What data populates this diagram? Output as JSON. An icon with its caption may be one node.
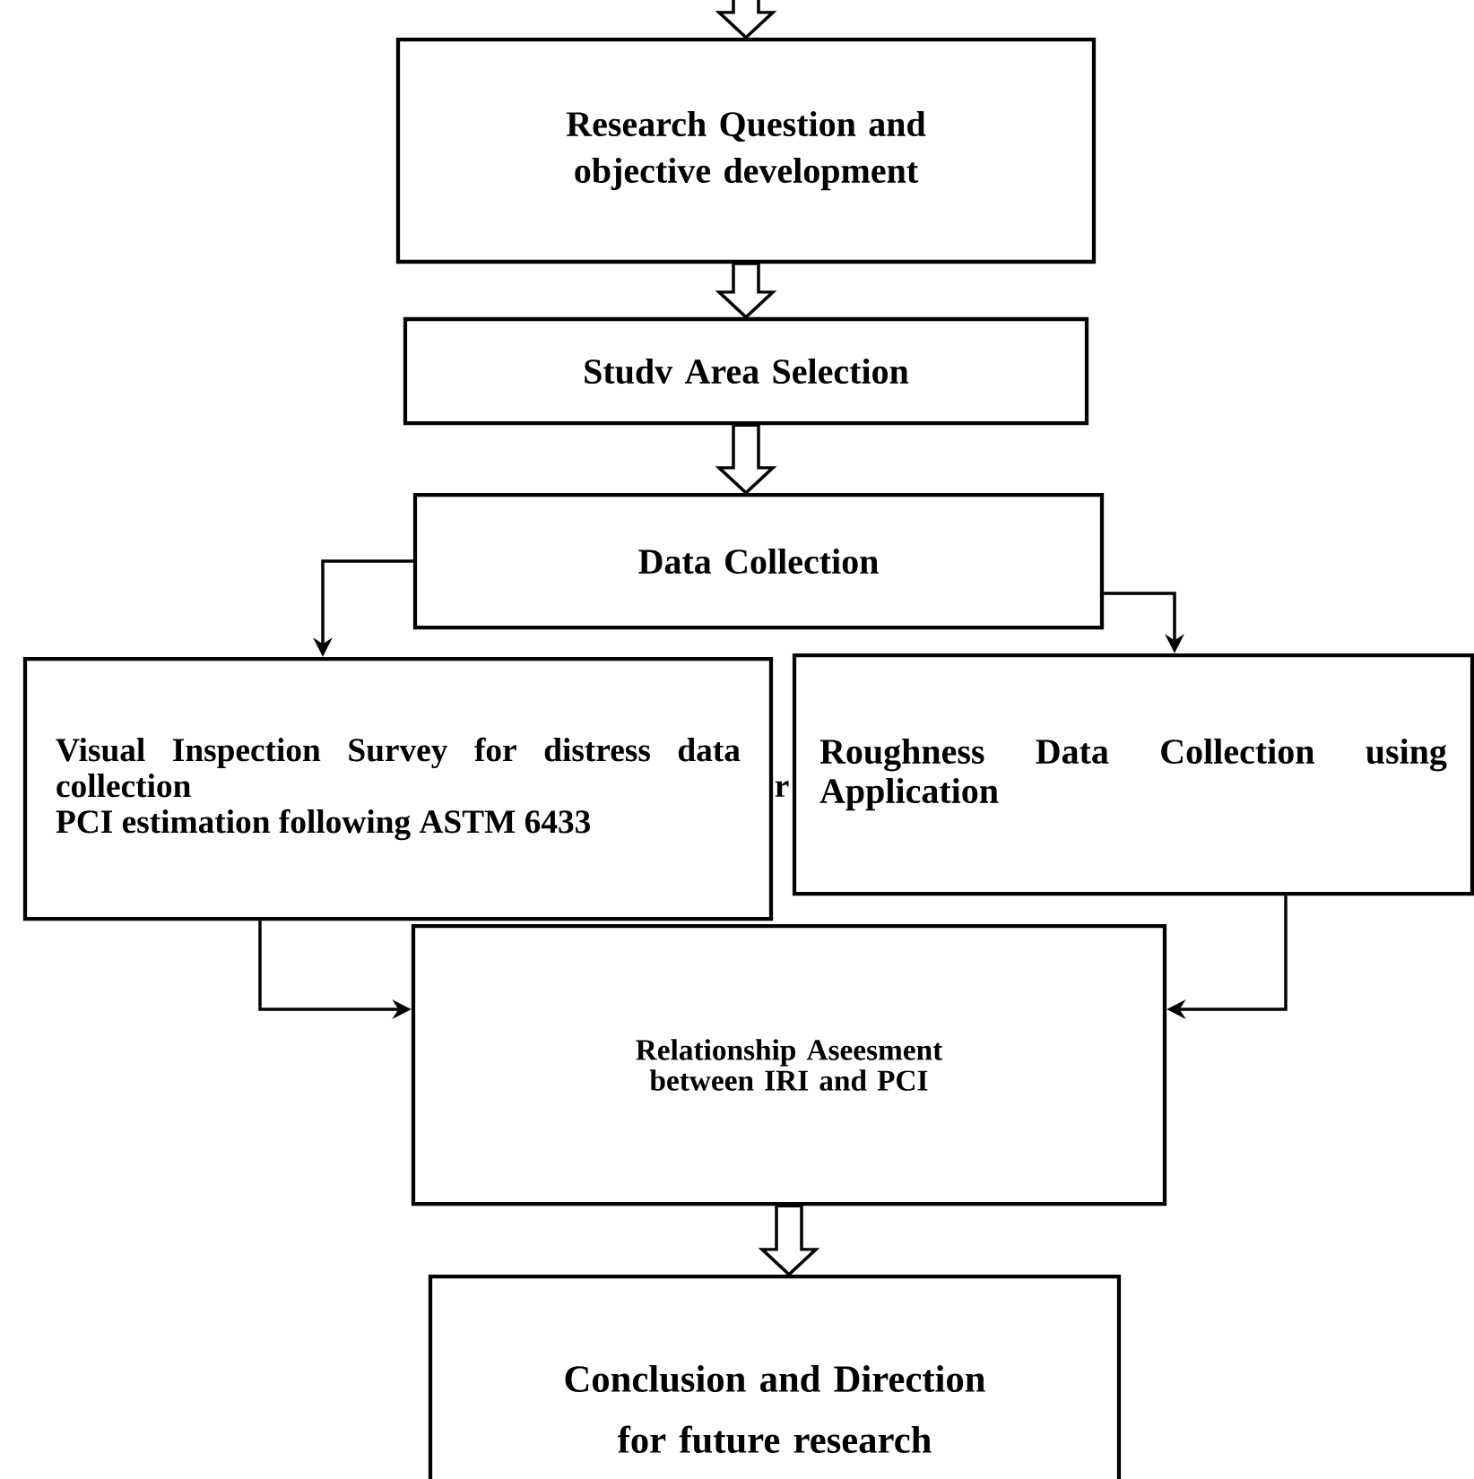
{
  "diagram": {
    "nodes": [
      {
        "text": [
          "Research Question and objective development"
        ]
      },
      {
        "text": [
          "Studv Area Selection"
        ]
      },
      {
        "text": [
          "Data Collection"
        ]
      },
      {
        "text": [
          "Visual Inspection Survey for distress data collection",
          "PCI estimation following ASTM 6433"
        ]
      },
      {
        "text": [
          "Roughness Data Collection using Application"
        ]
      },
      {
        "text": [
          "Relationship Aseesment between IRI and PCI"
        ]
      },
      {
        "text": [
          "Conclusion and Direction for future research"
        ]
      }
    ],
    "edges": [
      {
        "from": null,
        "to": 0,
        "arrow": "to",
        "style": "thick"
      },
      {
        "from": 0,
        "to": 1,
        "arrow": "to",
        "style": "thick"
      },
      {
        "from": 1,
        "to": 2,
        "arrow": "to",
        "style": "thick"
      },
      {
        "from": 2,
        "to": 3,
        "arrow": "to"
      },
      {
        "from": 2,
        "to": 4,
        "arrow": "to"
      },
      {
        "from": 3,
        "to": 5,
        "arrow": "to"
      },
      {
        "from": 4,
        "to": 5,
        "arrow": "to"
      },
      {
        "from": 5,
        "to": 6,
        "arrow": "to",
        "style": "thick"
      }
    ],
    "labels": [
      "r"
    ]
  }
}
